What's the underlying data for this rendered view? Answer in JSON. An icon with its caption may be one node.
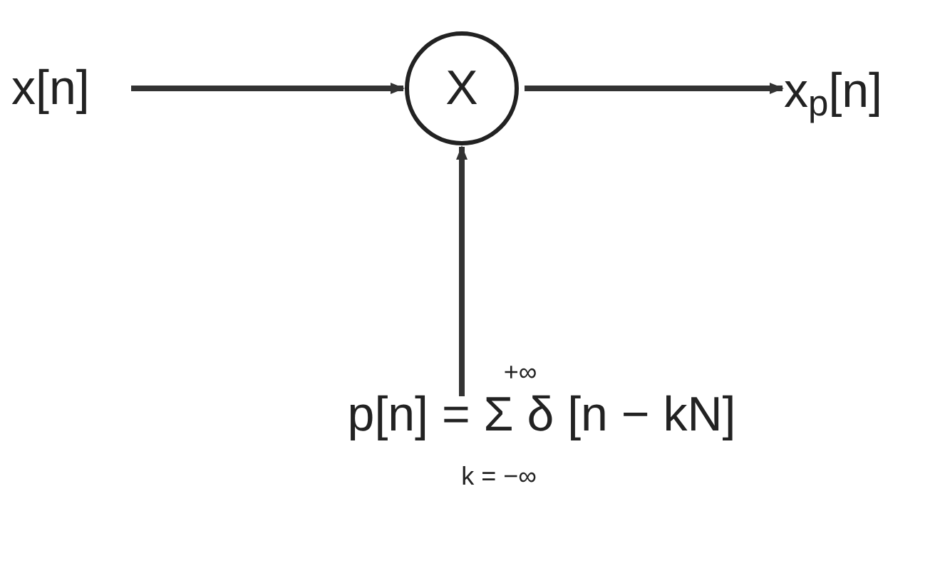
{
  "diagram": {
    "nodes": [
      {
        "text": [
          "x[n]"
        ]
      },
      {
        "text": [
          "X"
        ]
      },
      {
        "text": [
          "x$_{p}$[n]"
        ]
      },
      {
        "text": [
          "+∞",
          "p[n] = Σ δ [n − kN]",
          "k = −∞"
        ]
      }
    ],
    "edges": [
      {
        "from": 0,
        "to": 1,
        "arrow": "to"
      },
      {
        "from": 1,
        "to": 2,
        "arrow": "to"
      },
      {
        "from": 3,
        "to": 1,
        "arrow": "to"
      }
    ]
  }
}
